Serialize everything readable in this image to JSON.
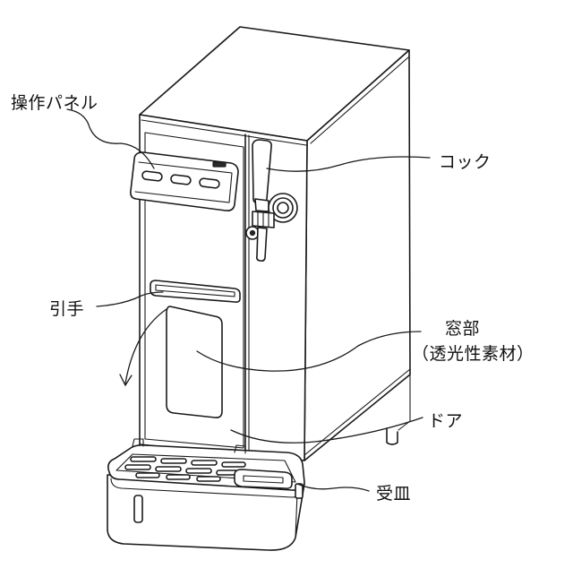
{
  "labels": {
    "operation_panel": "操作パネル",
    "cock": "コック",
    "handle": "引手",
    "window_line1": "窓部",
    "window_line2": "（透光性素材）",
    "door": "ドア",
    "drip_tray": "受皿"
  }
}
